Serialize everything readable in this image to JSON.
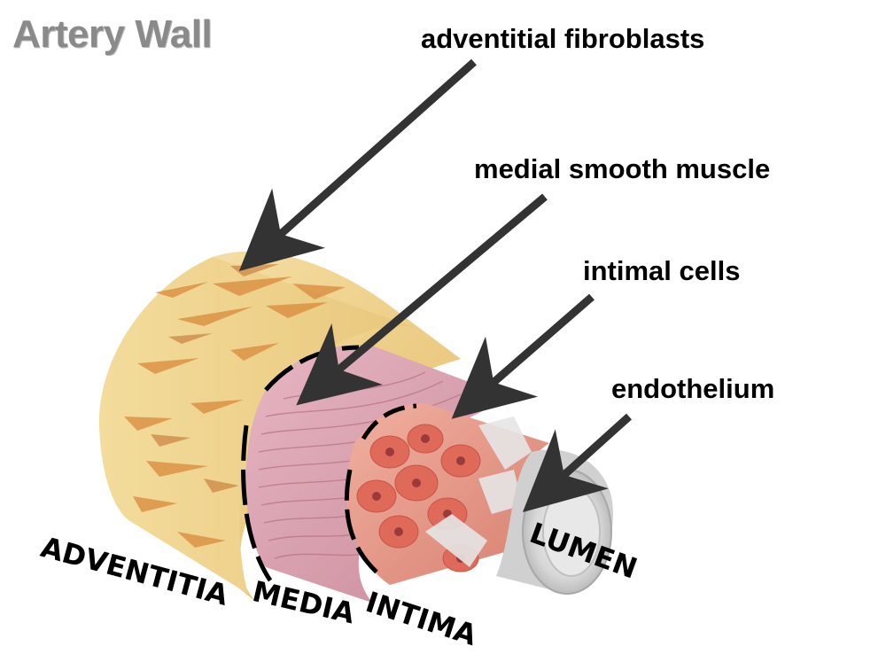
{
  "title": "Artery Wall",
  "callouts": {
    "adventitial_fibroblasts": "adventitial fibroblasts",
    "medial_smooth_muscle": "medial smooth muscle",
    "intimal_cells": "intimal cells",
    "endothelium": "endothelium"
  },
  "layers": {
    "adventitia": "ADVENTITIA",
    "media": "MEDIA",
    "intima": "INTIMA",
    "lumen": "LUMEN"
  },
  "colors": {
    "adventitia_base": "#f0d89a",
    "adventitia_fiber": "#d98a3c",
    "media_base": "#d9a0b0",
    "media_fiber": "#b8707f",
    "intima_base": "#e8a090",
    "intima_cell": "#e06a5a",
    "intima_nucleus": "#9a3a3a",
    "endothelium": "#dcdcdc",
    "arrow": "#333333"
  }
}
